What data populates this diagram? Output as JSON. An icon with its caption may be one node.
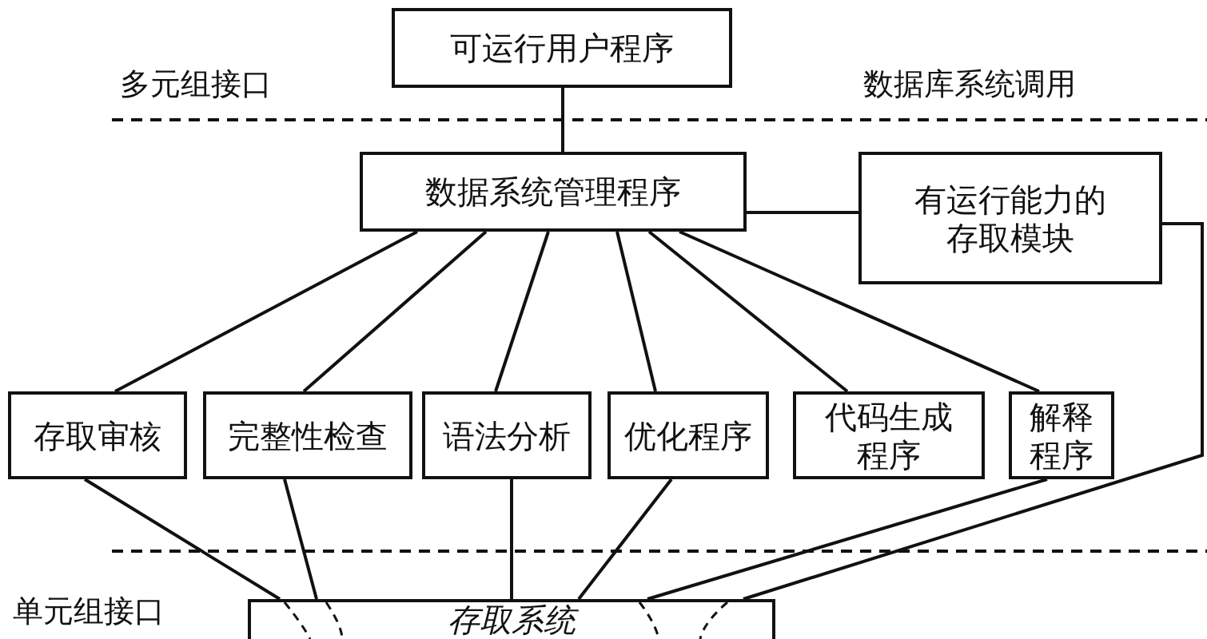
{
  "diagram": {
    "nodes": [
      {
        "text": [
          "可运行用户程序"
        ]
      },
      {
        "text": [
          "数据系统管理程序"
        ]
      },
      {
        "text": [
          "有运行能力的存取模块"
        ]
      },
      {
        "text": [
          "存取审核"
        ]
      },
      {
        "text": [
          "完整性检查"
        ]
      },
      {
        "text": [
          "语法分析"
        ]
      },
      {
        "text": [
          "优化程序"
        ]
      },
      {
        "text": [
          "代码生成程序"
        ]
      },
      {
        "text": [
          "解释程序"
        ]
      },
      {
        "text": [
          "存取系统"
        ]
      }
    ],
    "edges": [
      {
        "from": 0,
        "to": 1,
        "arrow": "none"
      },
      {
        "from": 1,
        "to": 2,
        "arrow": "none"
      },
      {
        "from": 1,
        "to": 3,
        "arrow": "none"
      },
      {
        "from": 1,
        "to": 4,
        "arrow": "none"
      },
      {
        "from": 1,
        "to": 5,
        "arrow": "none"
      },
      {
        "from": 1,
        "to": 6,
        "arrow": "none"
      },
      {
        "from": 1,
        "to": 7,
        "arrow": "none"
      },
      {
        "from": 1,
        "to": 8,
        "arrow": "none"
      },
      {
        "from": 3,
        "to": 9,
        "arrow": "none"
      },
      {
        "from": 4,
        "to": 9,
        "arrow": "none"
      },
      {
        "from": 5,
        "to": 9,
        "arrow": "none"
      },
      {
        "from": 6,
        "to": 9,
        "arrow": "none"
      },
      {
        "from": 8,
        "to": 9,
        "arrow": "none"
      },
      {
        "from": 2,
        "to": 9,
        "arrow": "none"
      }
    ],
    "labels": [
      "多元组接口",
      "数据库系统调用",
      "单元组接口"
    ]
  }
}
